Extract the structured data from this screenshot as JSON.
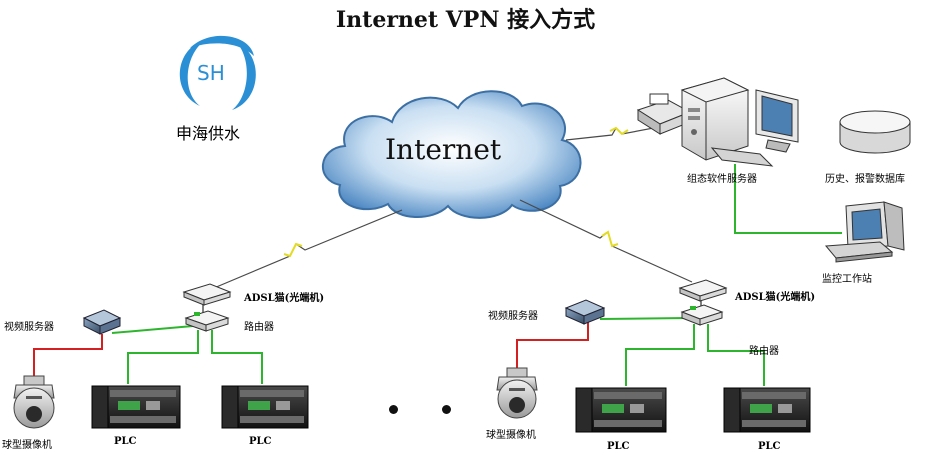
{
  "title": "Internet VPN 接入方式",
  "brand": {
    "logo_text": "SH",
    "name": "申海供水"
  },
  "cloud_label": "Internet",
  "labels": {
    "config_server": "组态软件服务器",
    "history_db": "历史、报警数据库",
    "monitor_station": "监控工作站",
    "adsl_left": "ADSL猫(光端机)",
    "router_left": "路由器",
    "video_server_left": "视频服务器",
    "camera_left": "球型摄像机",
    "plc_left_1": "PLC",
    "plc_left_2": "PLC",
    "adsl_right": "ADSL猫(光端机)",
    "router_right": "路由器",
    "video_server_right": "视频服务器",
    "camera_right": "球型摄像机",
    "plc_right_1": "PLC",
    "plc_right_2": "PLC"
  },
  "colors": {
    "ethernet": "#2db52d",
    "video_link": "#d42020",
    "wireless": "#e3dc24",
    "cloud": "#4f8dc9",
    "logo": "#2b8fd6"
  }
}
